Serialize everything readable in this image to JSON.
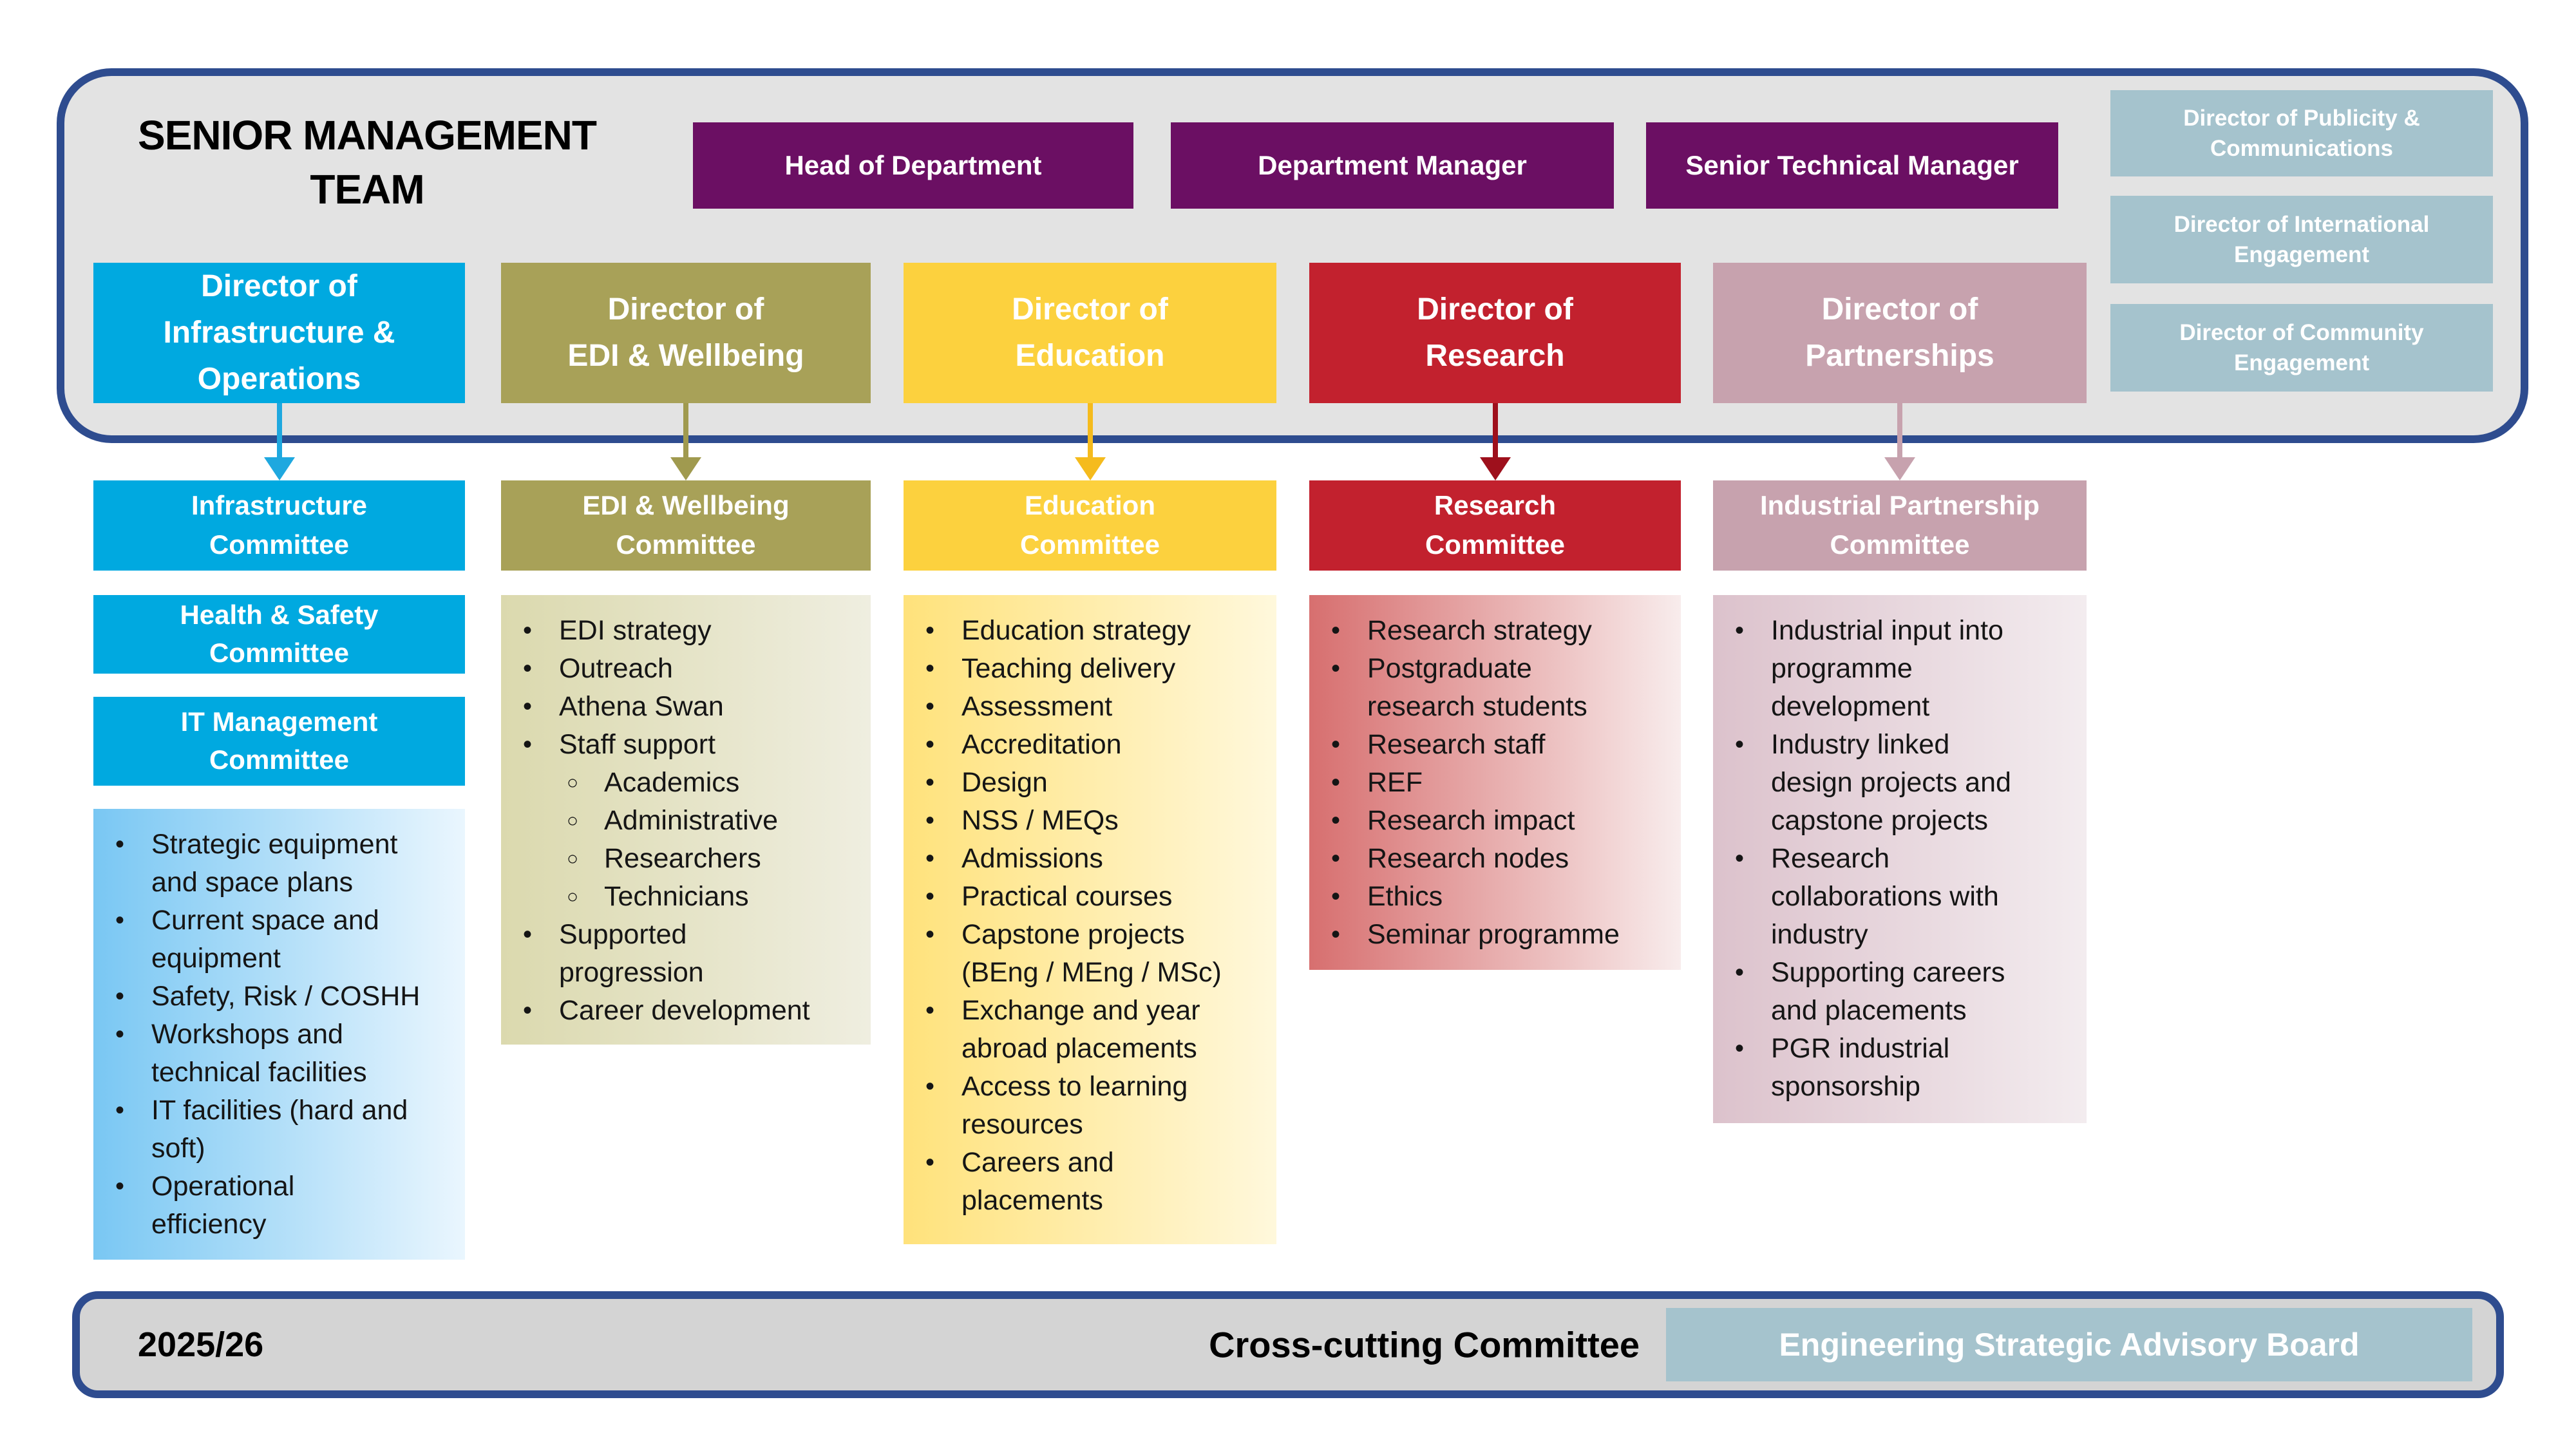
{
  "palette": {
    "navy": "#2E4C8F",
    "container_bg": "#E3E3E3",
    "footer_bg": "#D4D4D4",
    "purple": "#6B0F63",
    "steel_blue": "#A5C3CD"
  },
  "glyphs": {
    "bullet": "•",
    "sub_bullet": "○"
  },
  "smt": {
    "title": "SENIOR MANAGEMENT\nTEAM",
    "top_roles": [
      "Head of Department",
      "Department Manager",
      "Senior Technical Manager"
    ],
    "side_roles": [
      "Director of Publicity &\nCommunications",
      "Director of International\nEngagement",
      "Director of Community\nEngagement"
    ]
  },
  "columns": [
    {
      "id": "infrastructure",
      "color": "#00A9E0",
      "arrow_color": "#1FA8DF",
      "panel_from": "#79C7F3",
      "panel_to": "#EAF6FE",
      "director": "Director of\nInfrastructure &\nOperations",
      "committee": "Infrastructure\nCommittee",
      "sub_committees": [
        "Health & Safety\nCommittee",
        "IT Management\nCommittee"
      ],
      "items": [
        "Strategic equipment\nand space plans",
        "Current space and\nequipment",
        "Safety, Risk / COSHH",
        "Workshops and\ntechnical facilities",
        "IT facilities (hard and\nsoft)",
        "Operational\nefficiency"
      ]
    },
    {
      "id": "edi-wellbeing",
      "color": "#A8A158",
      "arrow_color": "#A09A4F",
      "panel_from": "#DBD9AE",
      "panel_to": "#EFEEE0",
      "director": "Director of\nEDI & Wellbeing",
      "committee": "EDI & Wellbeing\nCommittee",
      "items": [
        "EDI strategy",
        "Outreach",
        "Athena Swan",
        {
          "text": "Staff support",
          "sub": [
            "Academics",
            "Administrative",
            "Researchers",
            "Technicians"
          ]
        },
        "Supported\nprogression",
        "Career development"
      ]
    },
    {
      "id": "education",
      "color": "#FCD13E",
      "arrow_color": "#F5BB1D",
      "panel_from": "#FFE27B",
      "panel_to": "#FFF8DC",
      "director": "Director of\nEducation",
      "committee": "Education\nCommittee",
      "items": [
        "Education strategy",
        "Teaching delivery",
        "Assessment",
        "Accreditation",
        "Design",
        "NSS / MEQs",
        "Admissions",
        "Practical courses",
        "Capstone projects\n(BEng / MEng / MSc)",
        "Exchange and year\nabroad placements",
        "Access to learning\nresources",
        "Careers and\nplacements"
      ]
    },
    {
      "id": "research",
      "color": "#C2212E",
      "arrow_color": "#9E101C",
      "panel_from": "#D76F6F",
      "panel_to": "#F8ECEC",
      "director": "Director of\nResearch",
      "committee": "Research\nCommittee",
      "items": [
        "Research strategy",
        "Postgraduate\nresearch students",
        "Research staff",
        "REF",
        "Research impact",
        "Research nodes",
        "Ethics",
        "Seminar programme"
      ]
    },
    {
      "id": "partnerships",
      "color": "#C7A2AE",
      "arrow_color": "#C7A2AE",
      "panel_from": "#DCC2CC",
      "panel_to": "#F3ECEF",
      "director": "Director of\nPartnerships",
      "committee": "Industrial Partnership\nCommittee",
      "items": [
        "Industrial input into\nprogramme\ndevelopment",
        "Industry linked\ndesign projects and\ncapstone projects",
        "Research\ncollaborations with\nindustry",
        "Supporting careers\nand placements",
        "PGR industrial\nsponsorship"
      ]
    }
  ],
  "footer": {
    "year": "2025/26",
    "label": "Cross-cutting Committee",
    "board": "Engineering Strategic Advisory Board"
  }
}
